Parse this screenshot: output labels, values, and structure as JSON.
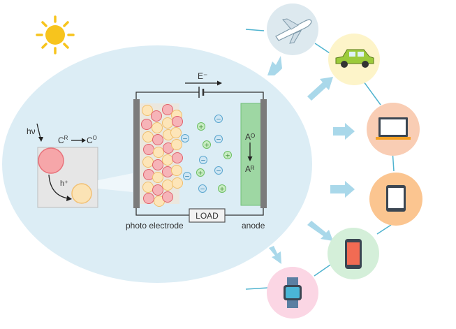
{
  "labels": {
    "hv": "hν",
    "c_r_sup": "R",
    "c_o_sup": "O",
    "c_letter": "C",
    "h_plus": "h⁺",
    "electron": "E⁻",
    "a_o": "Aᴼ",
    "a_r": "Aᴿ",
    "load": "LOAD",
    "photo_electrode": "photo electrode",
    "anode": "anode"
  },
  "ions": {
    "minus": "−",
    "plus": "+"
  },
  "icons": [
    "sun-icon",
    "airplane-icon",
    "car-icon",
    "laptop-icon",
    "tablet-icon",
    "smartphone-icon",
    "smartwatch-icon"
  ],
  "colors": {
    "cell_bg": "#dcedf5",
    "accent_arrow": "#a9d8ea",
    "anode_green": "#9ed7a3",
    "pink": "#f6a6a9",
    "peach": "#fbe3b5",
    "sun": "#f7c41d"
  }
}
